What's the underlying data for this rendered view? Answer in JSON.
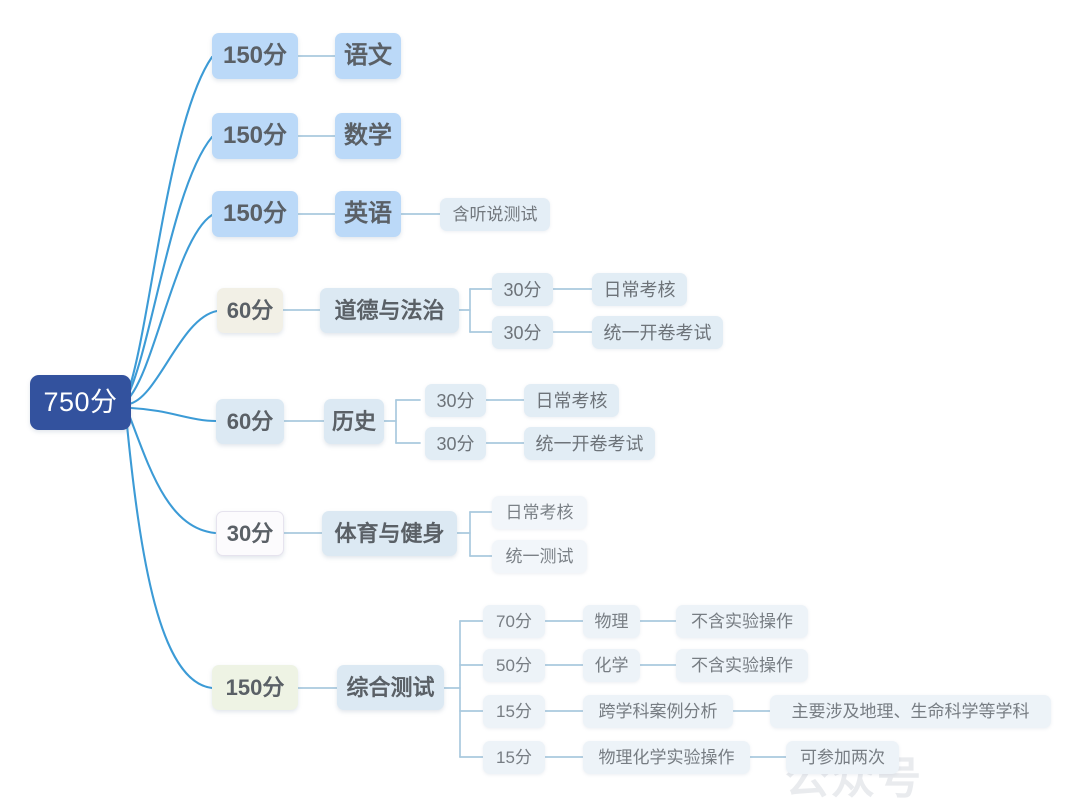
{
  "diagram": {
    "type": "mindmap",
    "title": "",
    "root": {
      "label": "750分",
      "color": "#33529E"
    },
    "branches": [
      {
        "score": "150分",
        "subject": "语文",
        "children": []
      },
      {
        "score": "150分",
        "subject": "数学",
        "children": []
      },
      {
        "score": "150分",
        "subject": "英语",
        "children": [
          {
            "label": "含听说测试"
          }
        ]
      },
      {
        "score": "60分",
        "subject": "道德与法治",
        "children": [
          {
            "score": "30分",
            "label": "日常考核"
          },
          {
            "score": "30分",
            "label": "统一开卷考试"
          }
        ]
      },
      {
        "score": "60分",
        "subject": "历史",
        "children": [
          {
            "score": "30分",
            "label": "日常考核"
          },
          {
            "score": "30分",
            "label": "统一开卷考试"
          }
        ]
      },
      {
        "score": "30分",
        "subject": "体育与健身",
        "children": [
          {
            "label": "日常考核"
          },
          {
            "label": "统一测试"
          }
        ]
      },
      {
        "score": "150分",
        "subject": "综合测试",
        "children": [
          {
            "score": "70分",
            "label": "物理",
            "note": "不含实验操作"
          },
          {
            "score": "50分",
            "label": "化学",
            "note": "不含实验操作"
          },
          {
            "score": "15分",
            "label": "跨学科案例分析",
            "note": "主要涉及地理、生命科学等学科"
          },
          {
            "score": "15分",
            "label": "物理化学实验操作",
            "note": "可参加两次"
          }
        ]
      }
    ],
    "watermark": "公众号",
    "colors": {
      "root_bg": "#33529E",
      "link": "#3C9BD6",
      "branch_link": "#A9C9DE",
      "node_blue_strong": "#BBD9F8",
      "node_blue_soft": "#DCE9F3",
      "node_cream": "#F2F0E6",
      "node_green_cream": "#EEF3E4",
      "node_white": "#FCFBFD",
      "text": "#5A6066"
    }
  }
}
